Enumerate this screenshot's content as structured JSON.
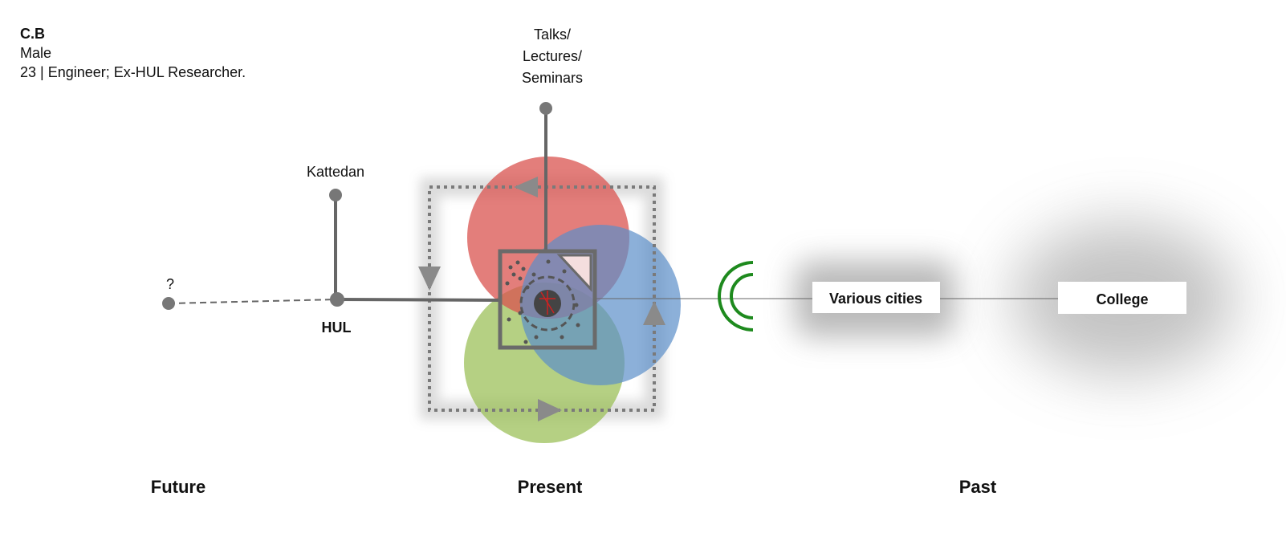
{
  "profile": {
    "initials": "C.B",
    "gender": "Male",
    "details": "23 | Engineer; Ex-HUL Researcher."
  },
  "nodes": {
    "unknown": "?",
    "hul": "HUL",
    "kattedan": "Kattedan",
    "talks_line1": "Talks/",
    "talks_line2": "Lectures/",
    "talks_line3": "Seminars",
    "various_cities": "Various cities",
    "college": "College"
  },
  "timeline": {
    "future": "Future",
    "present": "Present",
    "past": "Past"
  },
  "colors": {
    "red_circle": "#d9534f",
    "blue_circle": "#5b8fc9",
    "green_circle": "#9cc05a",
    "line_grey": "#666666",
    "node_grey": "#777777",
    "signal_green": "#1e8a1e",
    "center_dark": "#444444",
    "center_accent": "#cc2222"
  },
  "icons": {
    "signal": "signal-arcs-icon",
    "center": "target-icon"
  }
}
